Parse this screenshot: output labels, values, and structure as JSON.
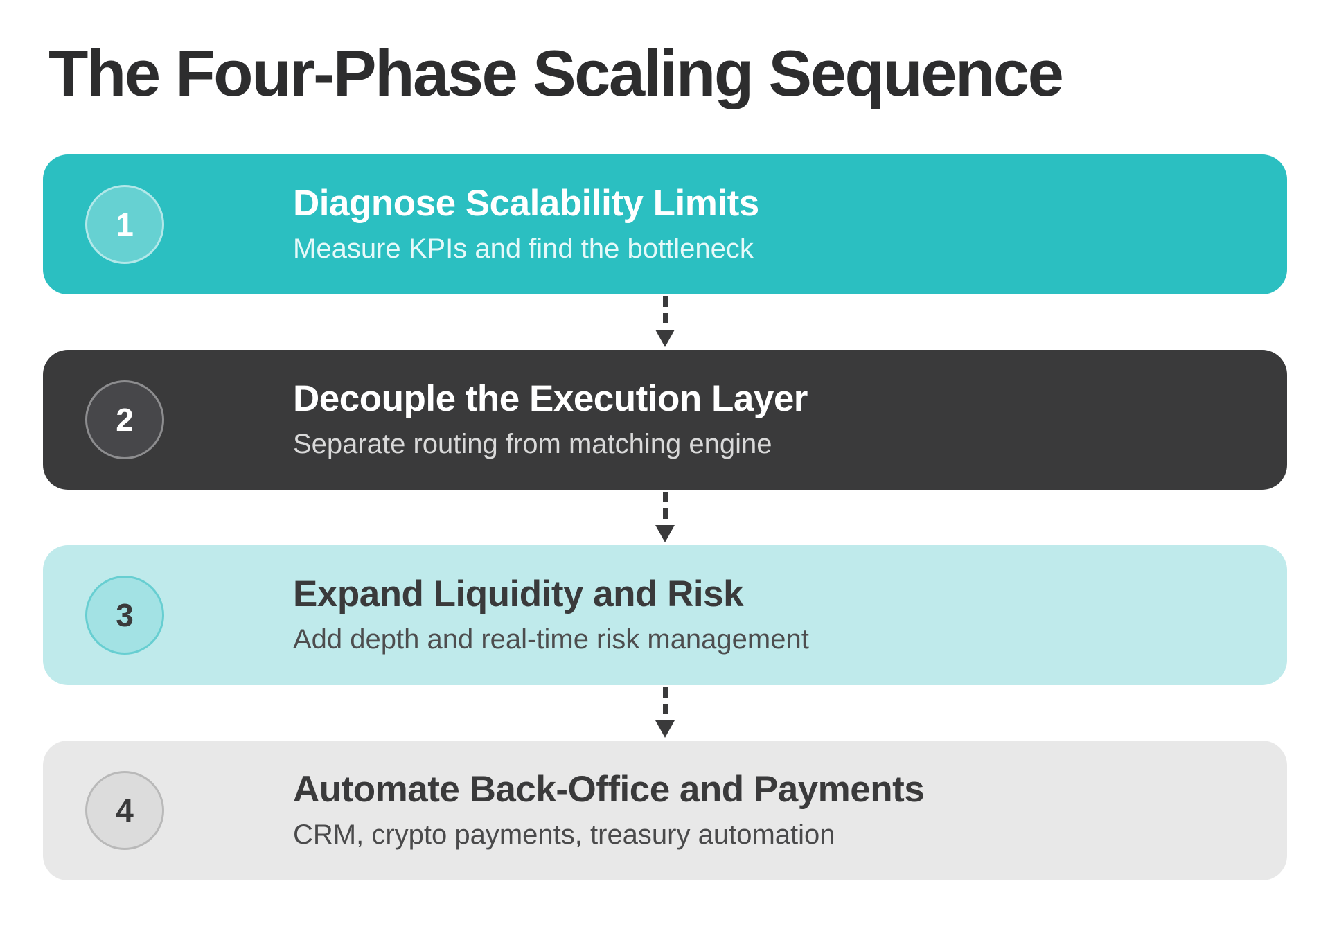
{
  "page": {
    "title": "The Four-Phase Scaling Sequence"
  },
  "phases": [
    {
      "number": "1",
      "title": "Diagnose Scalability Limits",
      "subtitle": "Measure KPIs and find the bottleneck",
      "theme": "teal",
      "bg_color": "#2BBFC1",
      "text_color": "#FFFFFF"
    },
    {
      "number": "2",
      "title": "Decouple the Execution Layer",
      "subtitle": "Separate routing from matching engine",
      "theme": "dark",
      "bg_color": "#3A3A3B",
      "text_color": "#FFFFFF"
    },
    {
      "number": "3",
      "title": "Expand Liquidity and Risk",
      "subtitle": "Add depth and real-time risk management",
      "theme": "light-teal",
      "bg_color": "#BFEAEB",
      "text_color": "#3A3A3B"
    },
    {
      "number": "4",
      "title": "Automate Back-Office and Payments",
      "subtitle": "CRM, crypto payments, treasury automation",
      "theme": "gray",
      "bg_color": "#E8E8E8",
      "text_color": "#3A3A3B"
    }
  ],
  "connector": {
    "icon": "dashed-down-arrow-icon",
    "color": "#3A3A3B"
  },
  "colors": {
    "background": "#FFFFFF",
    "heading_text": "#2D2D2E",
    "accent_teal": "#2BBFC1",
    "accent_dark": "#3A3A3B",
    "accent_light_teal": "#BFEAEB",
    "accent_gray": "#E8E8E8"
  }
}
